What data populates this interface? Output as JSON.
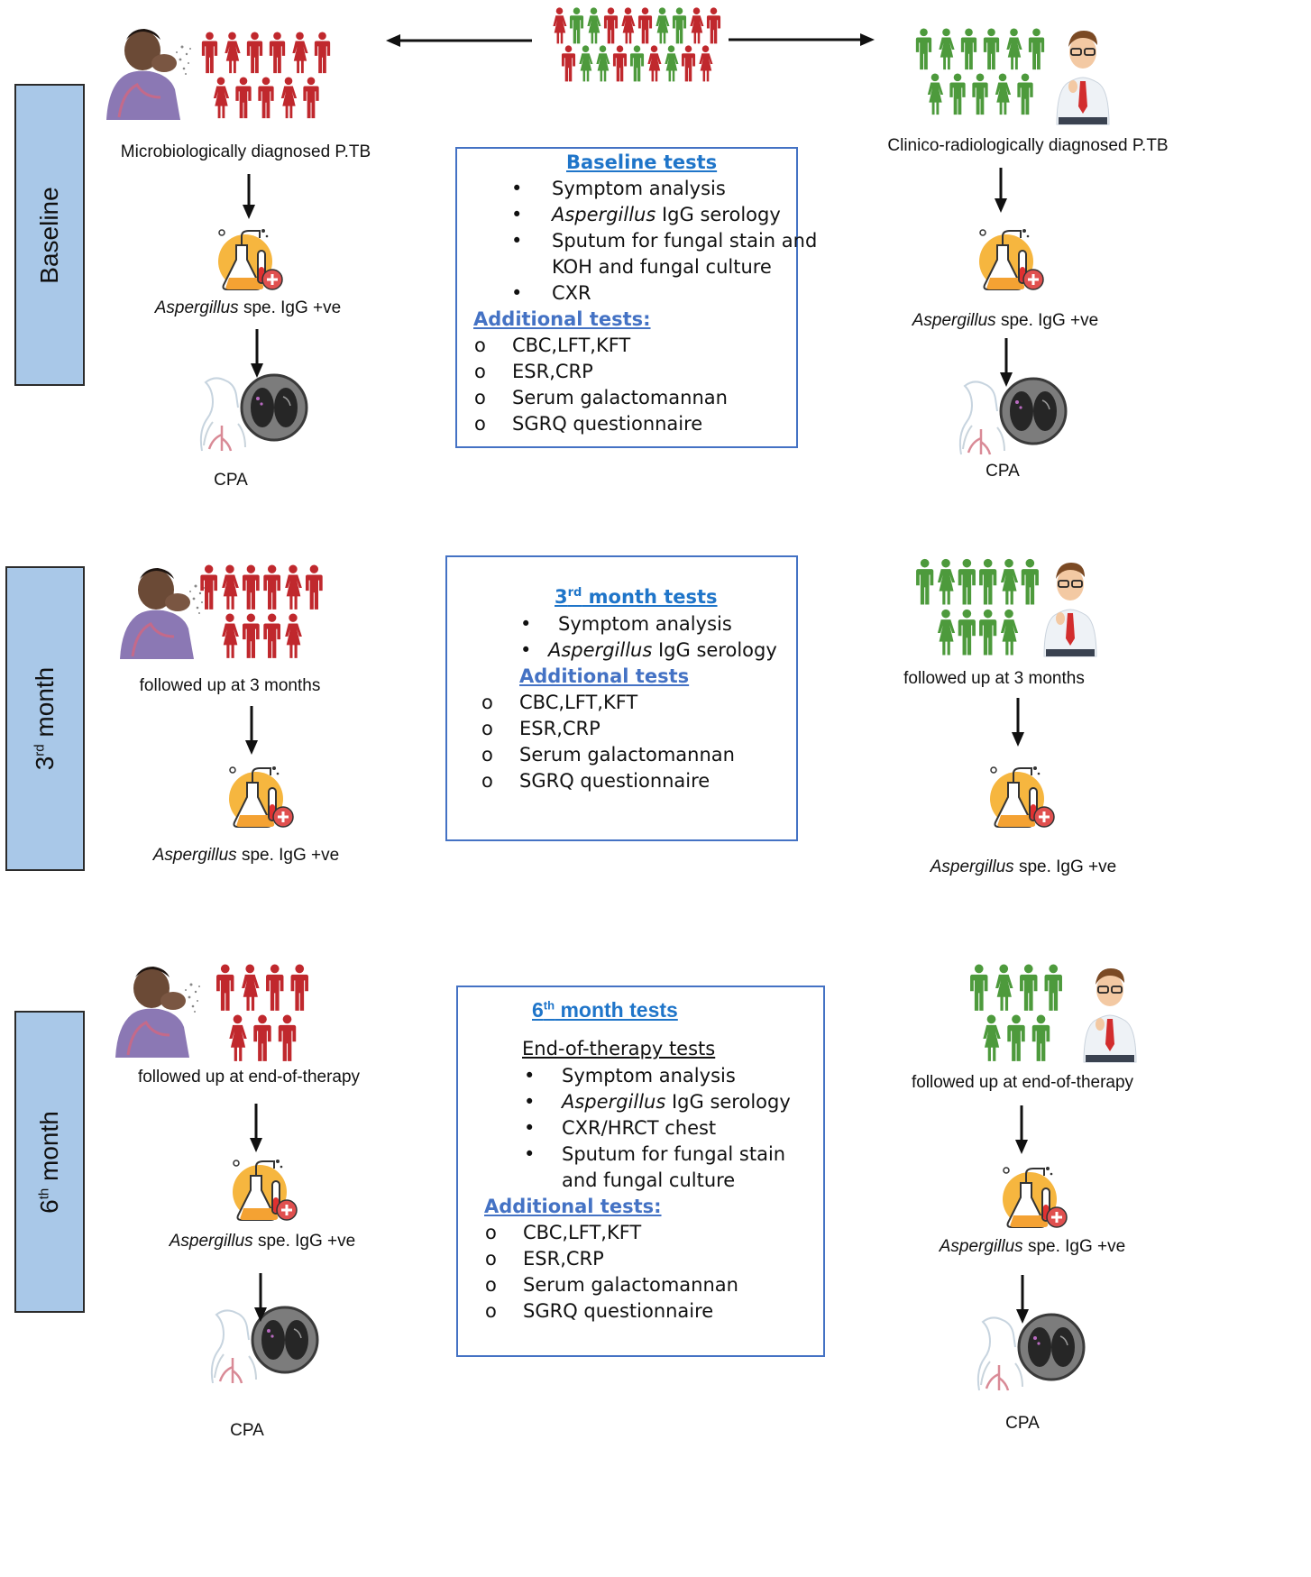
{
  "phases": {
    "baseline": "Baseline",
    "month3": {
      "num": "3",
      "sup": "rd",
      "word": "month"
    },
    "month6": {
      "num": "6",
      "sup": "th",
      "word": "month"
    }
  },
  "left": {
    "group_label": "Microbiologically diagnosed P.TB",
    "followup_3": "followed up at 3 months",
    "followup_6": "followed up at end-of-therapy"
  },
  "right": {
    "group_label": "Clinico-radiologically diagnosed P.TB",
    "followup_3": "followed up at 3 months",
    "followup_6": "followed up at end-of-therapy"
  },
  "igg": {
    "genus": "Aspergillus",
    "rest": " spe. IgG +ve"
  },
  "cpa_label": "CPA",
  "baseline_tests": {
    "title": "Baseline tests",
    "bullet_marker": "•",
    "circle_marker": "o",
    "items": [
      "Symptom analysis",
      "IgG serology",
      "Sputum for fungal stain and",
      "KOH and fungal culture",
      "CXR"
    ],
    "italic_prefix": "Aspergillus",
    "additional_title": "Additional tests:",
    "additional": [
      "CBC,LFT,KFT",
      "ESR,CRP",
      "Serum galactomannan",
      "SGRQ questionnaire"
    ]
  },
  "month3_tests": {
    "title_num": "3",
    "title_sup": "rd",
    "title_rest": " month tests",
    "items": [
      "Symptom analysis",
      "IgG serology"
    ],
    "italic_prefix": "Aspergillus",
    "additional_title": "Additional tests",
    "additional": [
      "CBC,LFT,KFT",
      "ESR,CRP",
      "Serum galactomannan",
      "SGRQ questionnaire"
    ]
  },
  "month6_tests": {
    "title_num": "6",
    "title_sup": "th",
    "title_rest": " month tests",
    "subtitle": "End-of-therapy tests",
    "items": [
      "Symptom analysis",
      "IgG serology",
      "CXR/HRCT chest",
      "Sputum for fungal stain",
      "and fungal culture"
    ],
    "italic_prefix": "Aspergillus",
    "additional_title": "Additional tests:",
    "additional": [
      "CBC,LFT,KFT",
      "ESR,CRP",
      "Serum galactomannan",
      "SGRQ questionnaire"
    ]
  },
  "colors": {
    "red_group": "#c0282d",
    "green_group": "#4d9a3c",
    "box_border": "#4472c4",
    "phase_fill": "#a9c8e8",
    "title_blue": "#1f75c9"
  },
  "icons": [
    "coughing-patient-icon",
    "doctor-icon",
    "lab-flask-icon",
    "lung-ct-icon",
    "person-icon"
  ]
}
